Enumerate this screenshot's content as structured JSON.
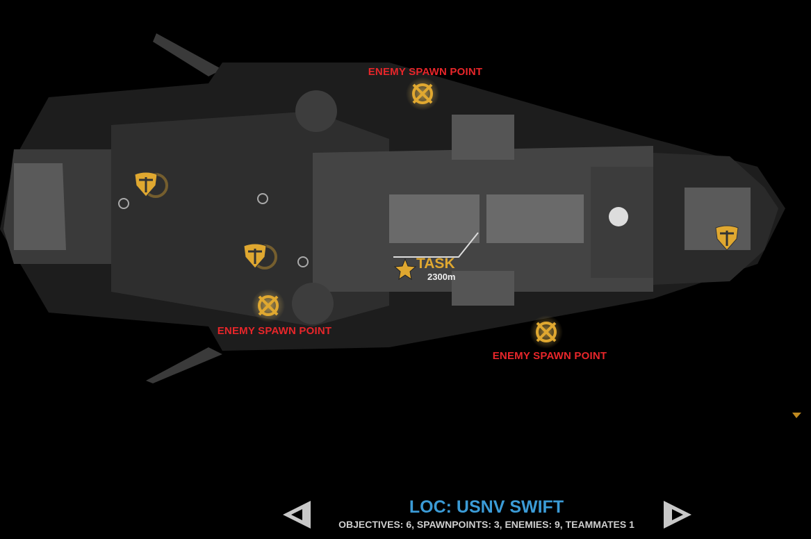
{
  "map": {
    "spawn_label": "ENEMY SPAWN POINT",
    "spawn_points": [
      {
        "label": "ENEMY SPAWN POINT"
      },
      {
        "label": "ENEMY SPAWN POINT"
      },
      {
        "label": "ENEMY SPAWN POINT"
      }
    ],
    "task": {
      "label": "TASK",
      "distance": "2300m",
      "icon": "star-icon"
    },
    "icons": [
      "spawn-crosshair-icon",
      "shield-icon"
    ]
  },
  "footer": {
    "location": "LOC: USNV SWIFT",
    "stats": "OBJECTIVES: 6, SPAWNPOINTS: 3, ENEMIES: 9, TEAMMATES 1"
  },
  "colors": {
    "accent": "#e0a830",
    "spawn_label": "#e8262a",
    "location": "#3b9bd6",
    "nav": "#c8c8c8"
  }
}
